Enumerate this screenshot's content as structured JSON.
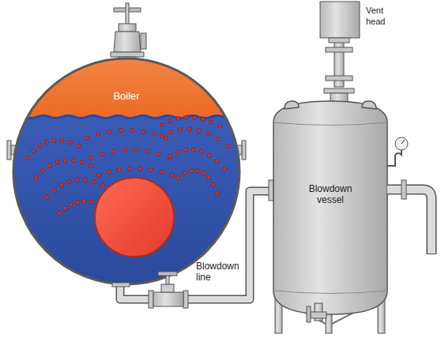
{
  "diagram": {
    "nodes": [
      {
        "text": [
          "Boiler"
        ]
      },
      {
        "text": [
          "Vent head"
        ]
      },
      {
        "text": [
          "Blowdown vessel"
        ]
      }
    ],
    "edges": [
      {
        "from": 0,
        "to": 2,
        "arrow": "none",
        "label": "Blowdown line"
      }
    ]
  }
}
